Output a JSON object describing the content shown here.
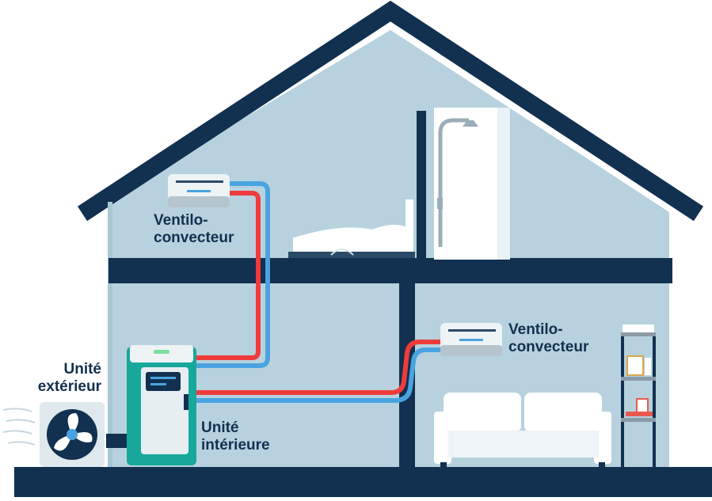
{
  "labels": {
    "fan_coil_top": [
      "Ventilo-",
      "convecteur"
    ],
    "fan_coil_right": [
      "Ventilo-",
      "convecteur"
    ],
    "outdoor_unit": [
      "Unité",
      "extérieur"
    ],
    "indoor_unit": [
      "Unité",
      "intérieure"
    ]
  },
  "colors": {
    "frame": "#12304f",
    "wall": "#b7d2de",
    "hot_pipe": "#ef3b3b",
    "cold_pipe": "#4aa3e0",
    "indoor_unit": "#17a89b",
    "label_text": "#12304f"
  }
}
